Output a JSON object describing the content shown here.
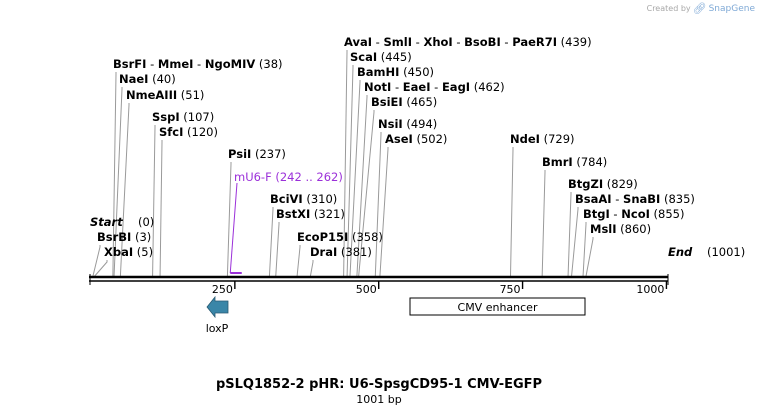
{
  "credit": {
    "prefix": "Created by",
    "brand": "SnapGene",
    "logo_icon": "snapgene-logo-icon"
  },
  "map": {
    "title": "pSLQ1852-2 pHR: U6-SpsgCD95-1 CMV-EGFP",
    "length_label": "1001 bp",
    "sequence_length": 1001,
    "start_marker": {
      "label": "Start",
      "pos": "(0)"
    },
    "end_marker": {
      "label": "End",
      "pos": "(1001)"
    },
    "ruler_ticks": [
      250,
      500,
      750,
      1000
    ],
    "enzyme_groups": [
      {
        "cut": 38,
        "names": [
          "BsrFI",
          "MmeI",
          "NgoMIV"
        ],
        "pos_label": "(38)"
      },
      {
        "cut": 40,
        "names": [
          "NaeI"
        ],
        "pos_label": "(40)"
      },
      {
        "cut": 51,
        "names": [
          "NmeAIII"
        ],
        "pos_label": "(51)"
      },
      {
        "cut": 107,
        "names": [
          "SspI"
        ],
        "pos_label": "(107)"
      },
      {
        "cut": 120,
        "names": [
          "SfcI"
        ],
        "pos_label": "(120)"
      },
      {
        "cut": 237,
        "names": [
          "PsiI"
        ],
        "pos_label": "(237)"
      },
      {
        "cut": 310,
        "names": [
          "BciVI"
        ],
        "pos_label": "(310)"
      },
      {
        "cut": 321,
        "names": [
          "BstXI"
        ],
        "pos_label": "(321)"
      },
      {
        "cut": 358,
        "names": [
          "EcoP15I"
        ],
        "pos_label": "(358)"
      },
      {
        "cut": 381,
        "names": [
          "DraI"
        ],
        "pos_label": "(381)"
      },
      {
        "cut": 439,
        "names": [
          "AvaI",
          "SmlI",
          "XhoI",
          "BsoBI",
          "PaeR7I"
        ],
        "pos_label": "(439)"
      },
      {
        "cut": 445,
        "names": [
          "ScaI"
        ],
        "pos_label": "(445)"
      },
      {
        "cut": 450,
        "names": [
          "BamHI"
        ],
        "pos_label": "(450)"
      },
      {
        "cut": 462,
        "names": [
          "NotI",
          "EaeI",
          "EagI"
        ],
        "pos_label": "(462)"
      },
      {
        "cut": 465,
        "names": [
          "BsiEI"
        ],
        "pos_label": "(465)"
      },
      {
        "cut": 494,
        "names": [
          "NsiI"
        ],
        "pos_label": "(494)"
      },
      {
        "cut": 502,
        "names": [
          "AseI"
        ],
        "pos_label": "(502)"
      },
      {
        "cut": 729,
        "names": [
          "NdeI"
        ],
        "pos_label": "(729)"
      },
      {
        "cut": 784,
        "names": [
          "BmrI"
        ],
        "pos_label": "(784)"
      },
      {
        "cut": 829,
        "names": [
          "BtgZI"
        ],
        "pos_label": "(829)"
      },
      {
        "cut": 835,
        "names": [
          "BsaAI",
          "SnaBI"
        ],
        "pos_label": "(835)"
      },
      {
        "cut": 855,
        "names": [
          "BtgI",
          "NcoI"
        ],
        "pos_label": "(855)"
      },
      {
        "cut": 860,
        "names": [
          "MslI"
        ],
        "pos_label": "(860)"
      },
      {
        "cut": 3,
        "names": [
          "BsrBI"
        ],
        "pos_label": "(3)"
      },
      {
        "cut": 5,
        "names": [
          "XbaI"
        ],
        "pos_label": "(5)"
      }
    ],
    "primer": {
      "name": "mU6-F",
      "range_label": "(242 .. 262)",
      "start": 242,
      "end": 262,
      "color": "#9b30d9"
    },
    "features": [
      {
        "name": "CMV enhancer",
        "start": 530,
        "end": 850,
        "kind": "box",
        "color": "#ffffff"
      },
      {
        "name": "loxP",
        "start": 242,
        "end": 275,
        "kind": "arrow-left",
        "color": "#3a86a8"
      }
    ]
  }
}
